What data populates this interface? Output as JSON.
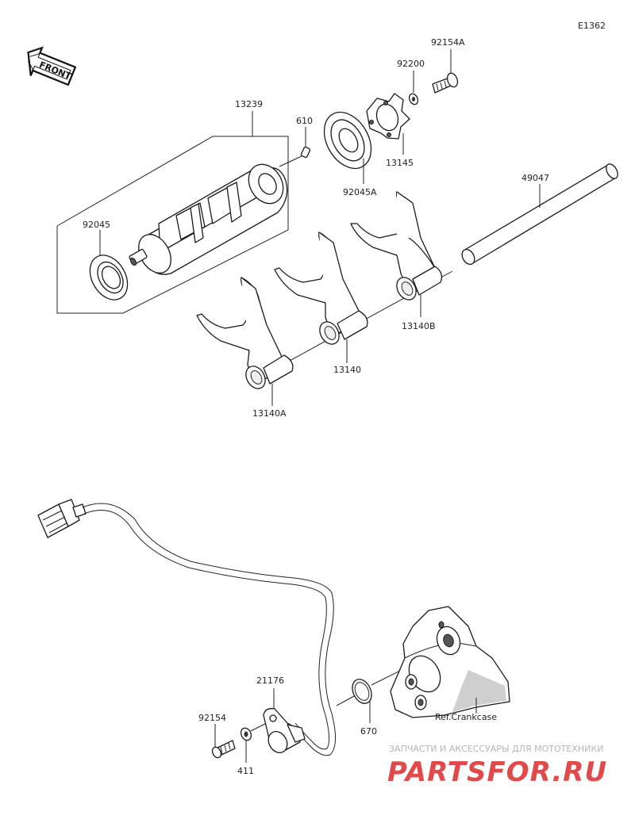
{
  "diagram_code": "E1362",
  "front_label": "FRONT",
  "parts": {
    "p13239": "13239",
    "p610": "610",
    "p92045": "92045",
    "p92045A": "92045A",
    "p92200": "92200",
    "p92154A": "92154A",
    "p13145": "13145",
    "p49047": "49047",
    "p13140B": "13140B",
    "p13140": "13140",
    "p13140A": "13140A",
    "p21176": "21176",
    "p92154": "92154",
    "p411": "411",
    "p670": "670"
  },
  "ref_label": "Ref.Crankcase",
  "watermark": {
    "tagline": "ЗАПЧАСТИ И АКСЕССУАРЫ ДЛЯ МОТОТЕХНИКИ",
    "brand": "PARTSFOR.RU"
  }
}
